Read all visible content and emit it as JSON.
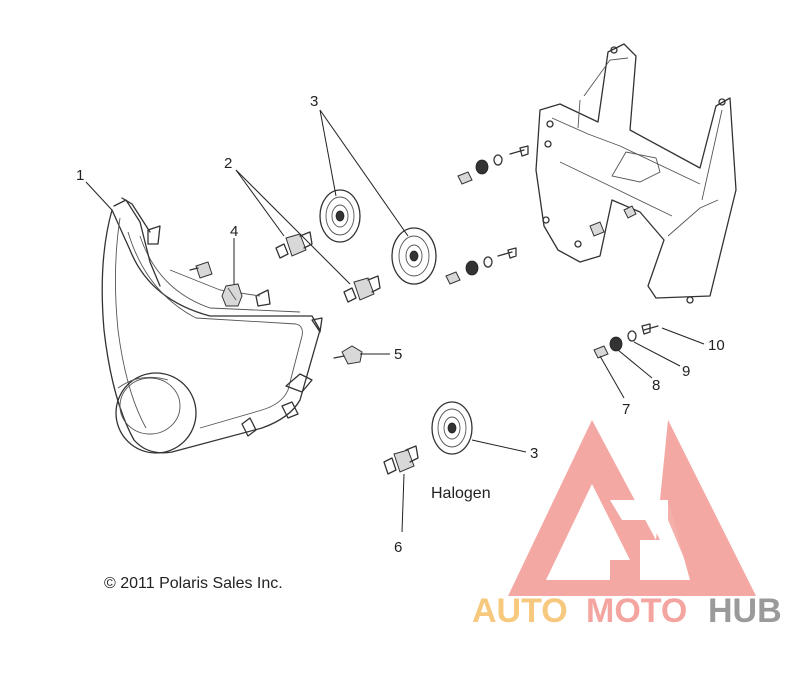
{
  "callouts": {
    "c1": "1",
    "c2": "2",
    "c3a": "3",
    "c3b": "3",
    "c4": "4",
    "c5": "5",
    "c6": "6",
    "c7": "7",
    "c8": "8",
    "c9": "9",
    "c10": "10"
  },
  "labels": {
    "halogen": "Halogen",
    "copyright": "© 2011 Polaris Sales Inc."
  },
  "watermark": {
    "part1": "AUTO",
    "part2": "MOTO",
    "part3": "HUB",
    "color_auto": "#f7c97e",
    "color_moto": "#f4a59f",
    "color_hub": "#9a9a9a",
    "logo_color": "#f29a93"
  }
}
